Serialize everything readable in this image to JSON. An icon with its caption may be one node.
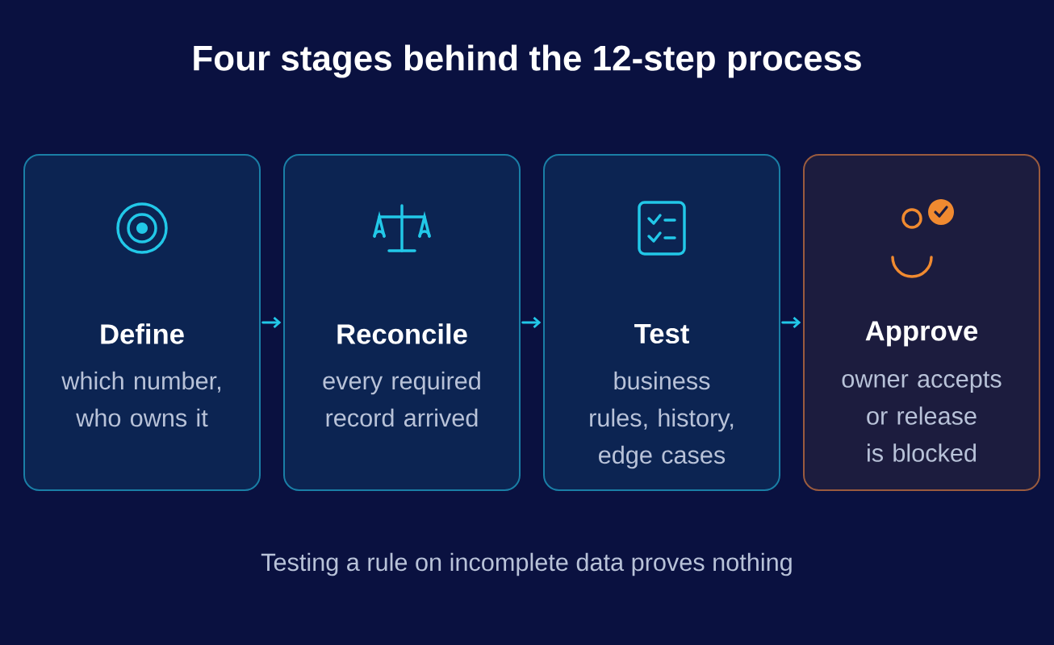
{
  "diagram": {
    "title": "Four stages behind the 12-step process",
    "caption": "Testing a rule on incomplete data proves nothing",
    "nodes": [
      {
        "text": [
          "Define",
          "which number, who owns it"
        ]
      },
      {
        "text": [
          "Reconcile",
          "every required record arrived"
        ]
      },
      {
        "text": [
          "Test",
          "business rules, history, edge cases"
        ]
      },
      {
        "text": [
          "Approve",
          "owner accepts or release is blocked"
        ]
      }
    ],
    "edges": [
      {
        "from": 0,
        "to": 1,
        "arrow": "to"
      },
      {
        "from": 1,
        "to": 2,
        "arrow": "to"
      },
      {
        "from": 2,
        "to": 3,
        "arrow": "to"
      }
    ]
  }
}
